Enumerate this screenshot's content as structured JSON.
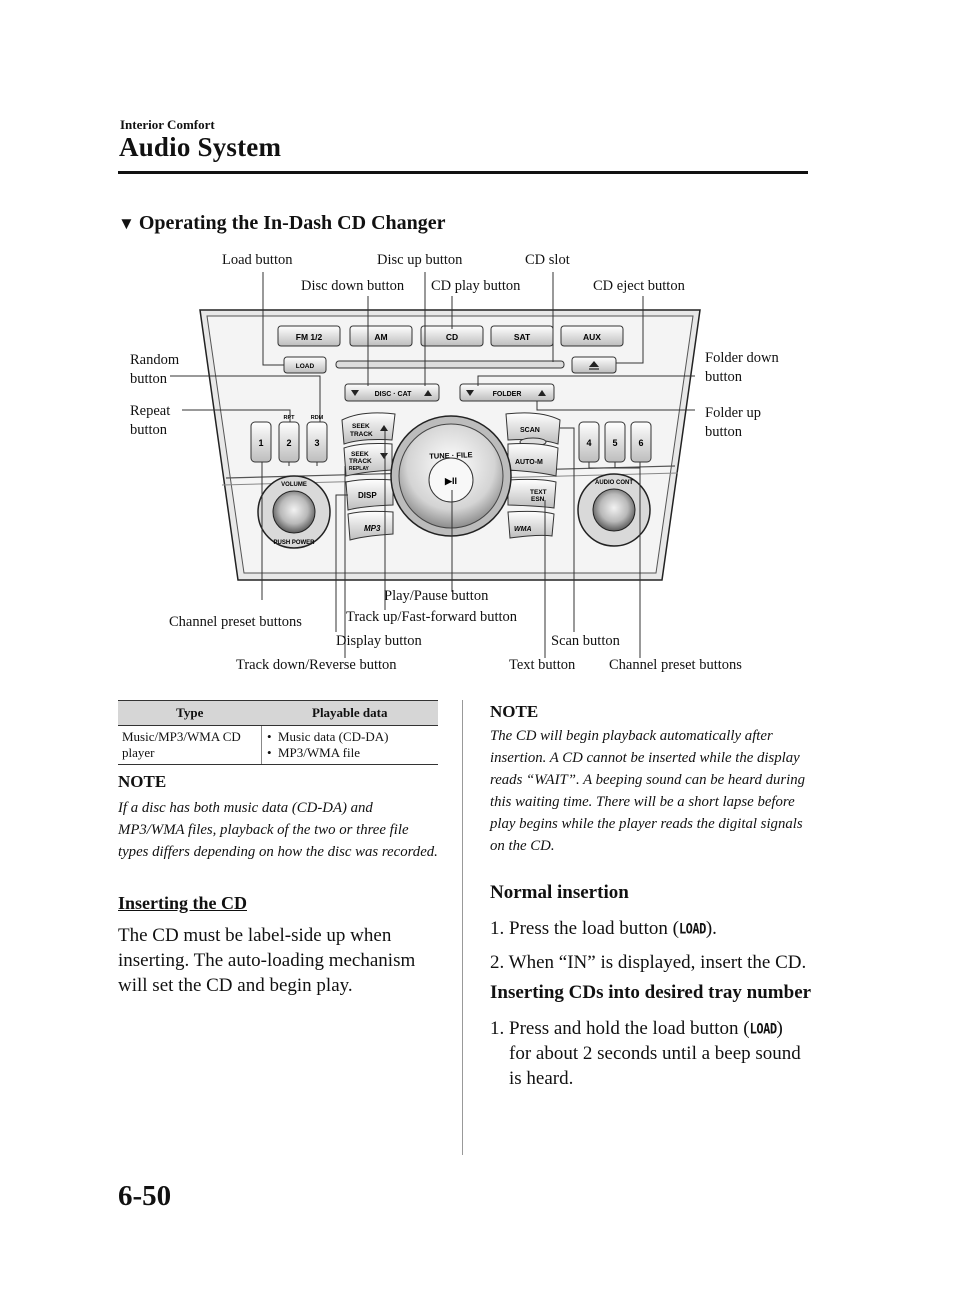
{
  "header": {
    "section": "Interior Comfort",
    "title": "Audio System"
  },
  "subheading": {
    "marker": "▼",
    "text": "Operating the In-Dash CD Changer"
  },
  "diagram": {
    "callouts": {
      "load_button": "Load button",
      "disc_up_button": "Disc up button",
      "cd_slot": "CD slot",
      "disc_down_button": "Disc down button",
      "cd_play_button": "CD play button",
      "cd_eject_button": "CD eject button",
      "random_button": "Random\nbutton",
      "repeat_button": "Repeat\nbutton",
      "folder_down_button": "Folder down\nbutton",
      "folder_up_button": "Folder up\nbutton",
      "play_pause_button": "Play/Pause button",
      "channel_preset_left": "Channel preset buttons",
      "track_up_button": "Track up/Fast-forward button",
      "display_button": "Display button",
      "scan_button": "Scan button",
      "track_down_button": "Track down/Reverse button",
      "text_button": "Text button",
      "channel_preset_right": "Channel preset buttons"
    },
    "panel_labels": {
      "fm": "FM 1/2",
      "am": "AM",
      "cd": "CD",
      "sat": "SAT",
      "aux": "AUX",
      "load": "LOAD",
      "eject": "≜",
      "disc_cat": "DISC · CAT",
      "folder": "FOLDER",
      "preset_1": "1",
      "preset_2": "2",
      "preset_3": "3",
      "preset_4": "4",
      "preset_5": "5",
      "preset_6": "6",
      "rpt": "RPT",
      "rdm": "RDM",
      "seek_track_up": "SEEK\nTRACK",
      "seek_track_down": "SEEK\nTRACK\nREPLAY",
      "scan": "SCAN",
      "auto_m": "AUTO-M",
      "tune_file": "TUNE · FILE",
      "play_pause": "▶II",
      "disp": "DISP",
      "text_esn": "TEXT\nESN",
      "volume": "VOLUME",
      "power": "PUSH POWER",
      "audio_cont": "AUDIO CONT",
      "mp3": "MP3",
      "wma": "WMA"
    }
  },
  "table": {
    "headers": [
      "Type",
      "Playable data"
    ],
    "rows": [
      {
        "type": "Music/MP3/WMA CD player",
        "data": [
          "Music data (CD-DA)",
          "MP3/WMA file"
        ]
      }
    ]
  },
  "left_column": {
    "note_heading": "NOTE",
    "note_text": "If a disc has both music data (CD-DA) and MP3/WMA files, playback of the two or three file types differs depending on how the disc was recorded.",
    "inserting_heading": "Inserting the CD",
    "inserting_text": "The CD must be label-side up when inserting. The auto-loading mechanism will set the CD and begin play."
  },
  "right_column": {
    "note_heading": "NOTE",
    "note_text": "The CD will begin playback automatically after insertion. A CD cannot be inserted while the display reads “WAIT”. A beeping sound can be heard during this waiting time. There will be a short lapse before play begins while the player reads the digital signals on the CD.",
    "normal_heading": "Normal insertion",
    "normal_step1_a": "1. Press the load button (",
    "load_icon": "LOAD",
    "normal_step1_b": ").",
    "normal_step2": "2. When “IN” is displayed, insert the CD.",
    "tray_heading": "Inserting CDs into desired tray number",
    "tray_step1_a": "1. Press and hold the load button (",
    "tray_step1_b": ")",
    "tray_step1_c": "for about 2 seconds until a beep sound",
    "tray_step1_d": "is heard."
  },
  "footer": {
    "page_number": "6-50"
  }
}
